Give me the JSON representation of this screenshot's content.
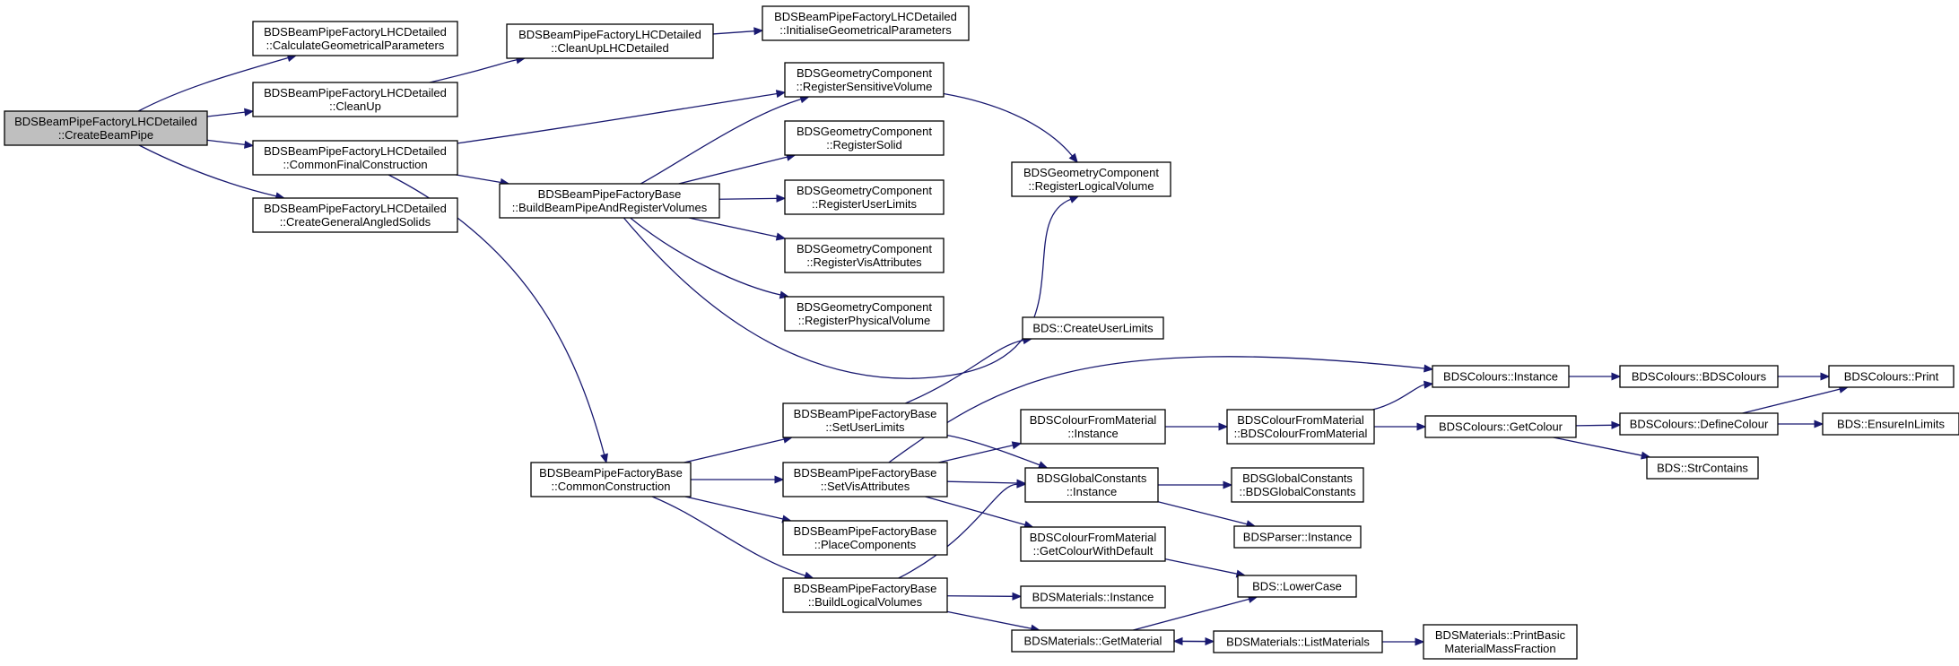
{
  "colors": {
    "edge": "#191970",
    "node_fill": "#ffffff",
    "root_fill": "#bfbfbf",
    "border": "#000000"
  },
  "nodes": [
    {
      "id": "root",
      "lines": [
        "BDSBeamPipeFactoryLHCDetailed",
        "::CreateBeamPipe"
      ],
      "highlight": true
    },
    {
      "id": "calcGeo",
      "lines": [
        "BDSBeamPipeFactoryLHCDetailed",
        "::CalculateGeometricalParameters"
      ]
    },
    {
      "id": "cleanUp",
      "lines": [
        "BDSBeamPipeFactoryLHCDetailed",
        "::CleanUp"
      ]
    },
    {
      "id": "commonFinal",
      "lines": [
        "BDSBeamPipeFactoryLHCDetailed",
        "::CommonFinalConstruction"
      ]
    },
    {
      "id": "createGAS",
      "lines": [
        "BDSBeamPipeFactoryLHCDetailed",
        "::CreateGeneralAngledSolids"
      ]
    },
    {
      "id": "cleanUpLHC",
      "lines": [
        "BDSBeamPipeFactoryLHCDetailed",
        "::CleanUpLHCDetailed"
      ]
    },
    {
      "id": "initGeo",
      "lines": [
        "BDSBeamPipeFactoryLHCDetailed",
        "::InitialiseGeometricalParameters"
      ]
    },
    {
      "id": "buildBP",
      "lines": [
        "BDSBeamPipeFactoryBase",
        "::BuildBeamPipeAndRegisterVolumes"
      ]
    },
    {
      "id": "regSens",
      "lines": [
        "BDSGeometryComponent",
        "::RegisterSensitiveVolume"
      ]
    },
    {
      "id": "regSolid",
      "lines": [
        "BDSGeometryComponent",
        "::RegisterSolid"
      ]
    },
    {
      "id": "regUL",
      "lines": [
        "BDSGeometryComponent",
        "::RegisterUserLimits"
      ]
    },
    {
      "id": "regVis",
      "lines": [
        "BDSGeometryComponent",
        "::RegisterVisAttributes"
      ]
    },
    {
      "id": "regPhys",
      "lines": [
        "BDSGeometryComponent",
        "::RegisterPhysicalVolume"
      ]
    },
    {
      "id": "regLog",
      "lines": [
        "BDSGeometryComponent",
        "::RegisterLogicalVolume"
      ]
    },
    {
      "id": "commonCon",
      "lines": [
        "BDSBeamPipeFactoryBase",
        "::CommonConstruction"
      ]
    },
    {
      "id": "setUL",
      "lines": [
        "BDSBeamPipeFactoryBase",
        "::SetUserLimits"
      ]
    },
    {
      "id": "setVis",
      "lines": [
        "BDSBeamPipeFactoryBase",
        "::SetVisAttributes"
      ]
    },
    {
      "id": "placeComp",
      "lines": [
        "BDSBeamPipeFactoryBase",
        "::PlaceComponents"
      ]
    },
    {
      "id": "buildLV",
      "lines": [
        "BDSBeamPipeFactoryBase",
        "::BuildLogicalVolumes"
      ]
    },
    {
      "id": "createUL",
      "lines": [
        "BDS::CreateUserLimits"
      ]
    },
    {
      "id": "cfmInst",
      "lines": [
        "BDSColourFromMaterial",
        "::Instance"
      ]
    },
    {
      "id": "gcInst",
      "lines": [
        "BDSGlobalConstants",
        "::Instance"
      ]
    },
    {
      "id": "cfmGetCol",
      "lines": [
        "BDSColourFromMaterial",
        "::GetColourWithDefault"
      ]
    },
    {
      "id": "matInst",
      "lines": [
        "BDSMaterials::Instance"
      ]
    },
    {
      "id": "getMat",
      "lines": [
        "BDSMaterials::GetMaterial"
      ]
    },
    {
      "id": "cfmCtor",
      "lines": [
        "BDSColourFromMaterial",
        "::BDSColourFromMaterial"
      ]
    },
    {
      "id": "gcCtor",
      "lines": [
        "BDSGlobalConstants",
        "::BDSGlobalConstants"
      ]
    },
    {
      "id": "parserInst",
      "lines": [
        "BDSParser::Instance"
      ]
    },
    {
      "id": "lowerCase",
      "lines": [
        "BDS::LowerCase"
      ]
    },
    {
      "id": "listMat",
      "lines": [
        "BDSMaterials::ListMaterials"
      ]
    },
    {
      "id": "printBasic",
      "lines": [
        "BDSMaterials::PrintBasic",
        "MaterialMassFraction"
      ]
    },
    {
      "id": "colInst",
      "lines": [
        "BDSColours::Instance"
      ]
    },
    {
      "id": "getColour",
      "lines": [
        "BDSColours::GetColour"
      ]
    },
    {
      "id": "colCtor",
      "lines": [
        "BDSColours::BDSColours"
      ]
    },
    {
      "id": "defColour",
      "lines": [
        "BDSColours::DefineColour"
      ]
    },
    {
      "id": "strContains",
      "lines": [
        "BDS::StrContains"
      ]
    },
    {
      "id": "print",
      "lines": [
        "BDSColours::Print"
      ]
    },
    {
      "id": "ensure",
      "lines": [
        "BDS::EnsureInLimits"
      ]
    }
  ],
  "edges": [
    [
      "root",
      "calcGeo"
    ],
    [
      "root",
      "cleanUp"
    ],
    [
      "root",
      "commonFinal"
    ],
    [
      "root",
      "createGAS"
    ],
    [
      "cleanUp",
      "cleanUpLHC"
    ],
    [
      "cleanUpLHC",
      "initGeo"
    ],
    [
      "commonFinal",
      "regSens"
    ],
    [
      "commonFinal",
      "buildBP"
    ],
    [
      "commonFinal",
      "commonCon"
    ],
    [
      "buildBP",
      "regSens"
    ],
    [
      "buildBP",
      "regSolid"
    ],
    [
      "buildBP",
      "regUL"
    ],
    [
      "buildBP",
      "regVis"
    ],
    [
      "buildBP",
      "regPhys"
    ],
    [
      "buildBP",
      "regLog"
    ],
    [
      "regSens",
      "regLog"
    ],
    [
      "commonCon",
      "setUL"
    ],
    [
      "commonCon",
      "setVis"
    ],
    [
      "commonCon",
      "placeComp"
    ],
    [
      "commonCon",
      "buildLV"
    ],
    [
      "setUL",
      "createUL"
    ],
    [
      "setUL",
      "gcInst"
    ],
    [
      "setVis",
      "colInst"
    ],
    [
      "setVis",
      "cfmInst"
    ],
    [
      "setVis",
      "gcInst"
    ],
    [
      "setVis",
      "cfmGetCol"
    ],
    [
      "buildLV",
      "gcInst"
    ],
    [
      "buildLV",
      "matInst"
    ],
    [
      "buildLV",
      "getMat"
    ],
    [
      "cfmInst",
      "cfmCtor"
    ],
    [
      "cfmCtor",
      "colInst"
    ],
    [
      "cfmCtor",
      "getColour"
    ],
    [
      "gcInst",
      "gcCtor"
    ],
    [
      "gcInst",
      "parserInst"
    ],
    [
      "cfmGetCol",
      "lowerCase"
    ],
    [
      "getMat",
      "lowerCase"
    ],
    [
      "getMat",
      "listMat"
    ],
    [
      "listMat",
      "getMat"
    ],
    [
      "listMat",
      "printBasic"
    ],
    [
      "colInst",
      "colCtor"
    ],
    [
      "colCtor",
      "print"
    ],
    [
      "getColour",
      "defColour"
    ],
    [
      "getColour",
      "strContains"
    ],
    [
      "defColour",
      "print"
    ],
    [
      "defColour",
      "ensure"
    ]
  ]
}
